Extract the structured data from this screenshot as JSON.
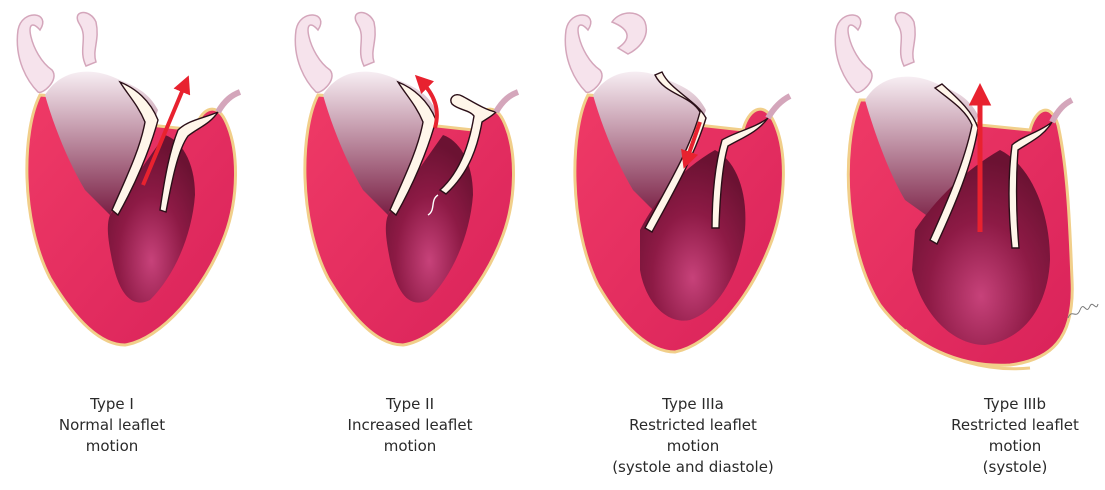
{
  "panels": [
    {
      "id": "type-1",
      "title": "Type I",
      "lines": [
        "Normal leaflet",
        "motion"
      ],
      "arrow": "up-right",
      "leaflet_motion": "normal"
    },
    {
      "id": "type-2",
      "title": "Type II",
      "lines": [
        "Increased leaflet",
        "motion"
      ],
      "arrow": "curved-up",
      "leaflet_motion": "increased"
    },
    {
      "id": "type-3a",
      "title": "Type IIIa",
      "lines": [
        "Restricted leaflet",
        "motion",
        "(systole and diastole)"
      ],
      "arrow": "down",
      "leaflet_motion": "restricted"
    },
    {
      "id": "type-3b",
      "title": "Type IIIb",
      "lines": [
        "Restricted leaflet",
        "motion",
        "(systole)"
      ],
      "arrow": "up",
      "leaflet_motion": "restricted"
    }
  ],
  "colors": {
    "myocardium": "#e8315f",
    "myocardium_dark": "#b91f4a",
    "cavity": "#7a1438",
    "cavity_light": "#b8406b",
    "atrium": "#d7b3c4",
    "vessel": "#f3dce6",
    "pericardium": "#f1cf8a",
    "arrow": "#e8222f",
    "text": "#2a2a2a"
  }
}
